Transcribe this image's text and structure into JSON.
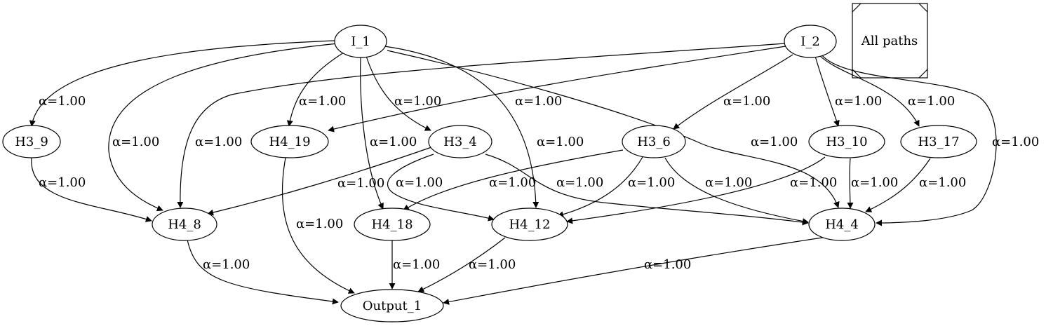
{
  "legend": {
    "label": "All paths"
  },
  "nodes": {
    "I_1": "I_1",
    "I_2": "I_2",
    "H3_9": "H3_9",
    "H4_19": "H4_19",
    "H3_4": "H3_4",
    "H3_6": "H3_6",
    "H3_10": "H3_10",
    "H3_17": "H3_17",
    "H4_8": "H4_8",
    "H4_18": "H4_18",
    "H4_12": "H4_12",
    "H4_4": "H4_4",
    "Output_1": "Output_1"
  },
  "edges": [
    {
      "id": "i1-h3_9",
      "from": "I_1",
      "to": "H3_9",
      "label": "α=1.00"
    },
    {
      "id": "i1-h4_8",
      "from": "I_1",
      "to": "H4_8",
      "label": "α=1.00"
    },
    {
      "id": "i1-h4_19",
      "from": "I_1",
      "to": "H4_19",
      "label": "α=1.00"
    },
    {
      "id": "i1-h4_18",
      "from": "I_1",
      "to": "H4_18",
      "label": "α=1.00"
    },
    {
      "id": "i1-h3_4",
      "from": "I_1",
      "to": "H3_4",
      "label": "α=1.00"
    },
    {
      "id": "i1-h4_12",
      "from": "I_1",
      "to": "H4_12",
      "label": "α=1.00"
    },
    {
      "id": "i1-h4_4",
      "from": "I_1",
      "to": "H4_4",
      "label": "α=1.00"
    },
    {
      "id": "i2-h4_8",
      "from": "I_2",
      "to": "H4_8",
      "label": "α=1.00"
    },
    {
      "id": "i2-h4_19",
      "from": "I_2",
      "to": "H4_19",
      "label": "α=1.00"
    },
    {
      "id": "i2-h3_6",
      "from": "I_2",
      "to": "H3_6",
      "label": "α=1.00"
    },
    {
      "id": "i2-h3_10",
      "from": "I_2",
      "to": "H3_10",
      "label": "α=1.00"
    },
    {
      "id": "i2-h3_17",
      "from": "I_2",
      "to": "H3_17",
      "label": "α=1.00"
    },
    {
      "id": "i2-h4_4",
      "from": "I_2",
      "to": "H4_4",
      "label": "α=1.00"
    },
    {
      "id": "h3_9-h4_8",
      "from": "H3_9",
      "to": "H4_8",
      "label": "α=1.00"
    },
    {
      "id": "h3_4-h4_8",
      "from": "H3_4",
      "to": "H4_8",
      "label": "α=1.00"
    },
    {
      "id": "h3_4-h4_12",
      "from": "H3_4",
      "to": "H4_12",
      "label": "α=1.00"
    },
    {
      "id": "h3_4-h4_4",
      "from": "H3_4",
      "to": "H4_4",
      "label": "α=1.00"
    },
    {
      "id": "h3_6-h4_18",
      "from": "H3_6",
      "to": "H4_18",
      "label": "α=1.00"
    },
    {
      "id": "h3_6-h4_12",
      "from": "H3_6",
      "to": "H4_12",
      "label": "α=1.00"
    },
    {
      "id": "h3_6-h4_4",
      "from": "H3_6",
      "to": "H4_4",
      "label": "α=1.00"
    },
    {
      "id": "h3_10-h4_12",
      "from": "H3_10",
      "to": "H4_12",
      "label": "α=1.00"
    },
    {
      "id": "h3_10-h4_4",
      "from": "H3_10",
      "to": "H4_4",
      "label": "α=1.00"
    },
    {
      "id": "h3_17-h4_4",
      "from": "H3_17",
      "to": "H4_4",
      "label": "α=1.00"
    },
    {
      "id": "h4_19-out",
      "from": "H4_19",
      "to": "Output_1",
      "label": "α=1.00"
    },
    {
      "id": "h4_8-out",
      "from": "H4_8",
      "to": "Output_1",
      "label": "α=1.00"
    },
    {
      "id": "h4_18-out",
      "from": "H4_18",
      "to": "Output_1",
      "label": "α=1.00"
    },
    {
      "id": "h4_12-out",
      "from": "H4_12",
      "to": "Output_1",
      "label": "α=1.00"
    },
    {
      "id": "h4_4-out",
      "from": "H4_4",
      "to": "Output_1",
      "label": "α=1.00"
    }
  ]
}
